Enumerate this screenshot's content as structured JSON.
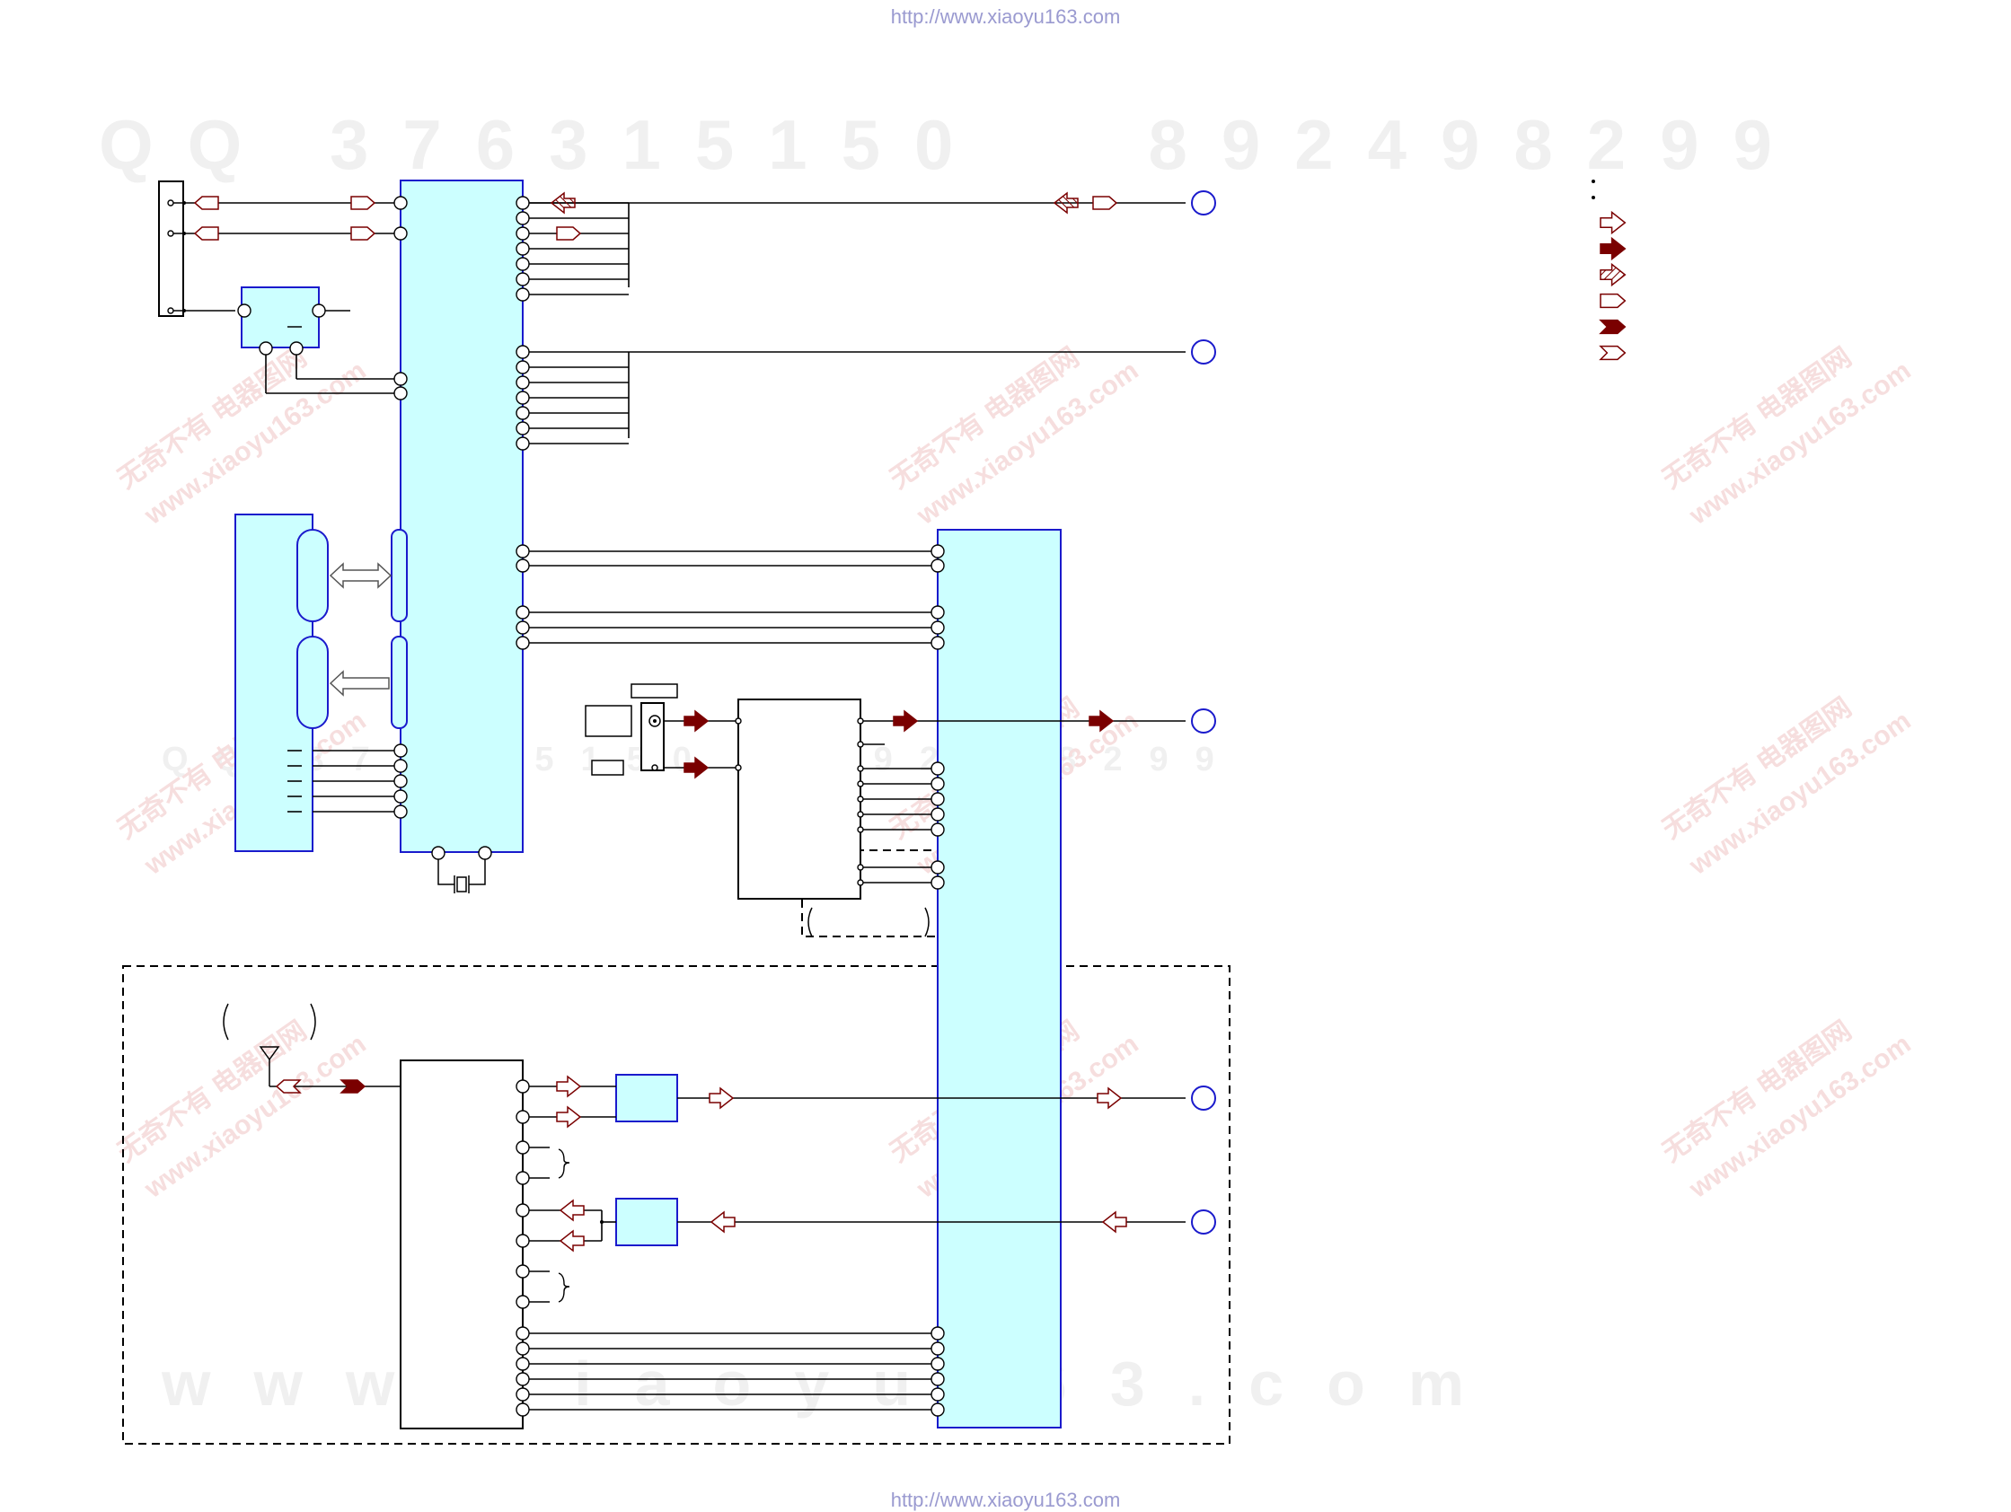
{
  "header": {
    "url_top": "http://www.xiaoyu163.com"
  },
  "footer": {
    "url_bottom": "http://www.xiaoyu163.com"
  },
  "watermarks": {
    "contact_line": "QQ 376315150   892498299",
    "site_line": "www.xiaoyu163.com",
    "stamp_cn": "无奇不有 电器图网",
    "stamp_url": "www.xiaoyu163.com"
  },
  "colors": {
    "block_fill": "#ccffff",
    "block_border": "#1a1acc",
    "wire": "#000000",
    "signal_arrow": "#7a0000",
    "connector_ring": "#1a1acc",
    "watermark": "#f0f0f0",
    "url_text": "#9a9ad0"
  },
  "legend": {
    "symbols": [
      "outline-arrow-icon",
      "solid-arrow-icon",
      "hatched-arrow-icon",
      "outline-pentagon-icon",
      "solid-chevron-icon",
      "outline-chevron-icon"
    ]
  }
}
